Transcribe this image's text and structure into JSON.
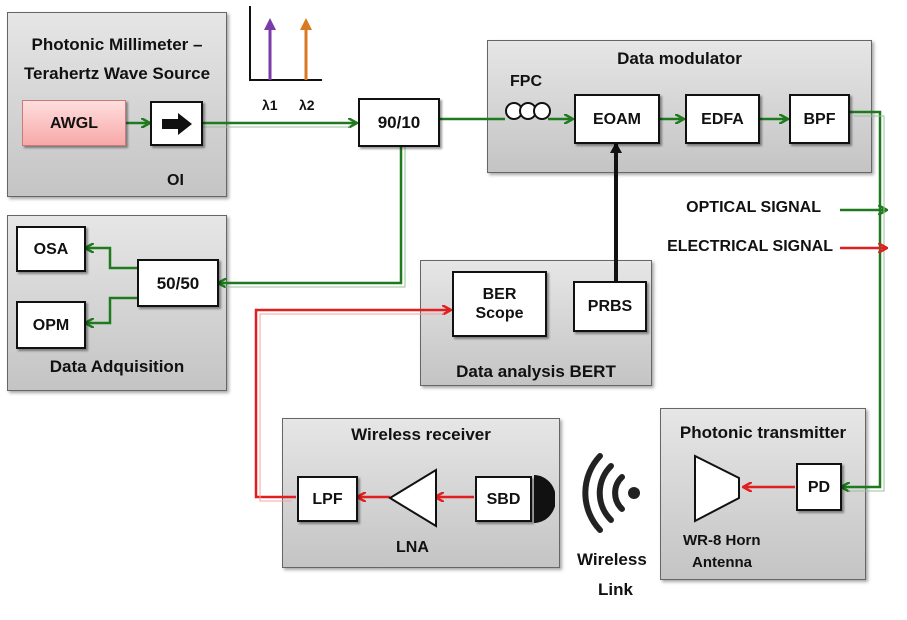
{
  "colors": {
    "optical": "#1f7a1f",
    "electrical": "#e02020",
    "control": "#111111",
    "lambda1": "#7a3aa8",
    "lambda2": "#d97a20"
  },
  "source": {
    "title_line1": "Photonic Millimeter –",
    "title_line2": "Terahertz  Wave Source",
    "awgl": "AWGL",
    "oi": "OI"
  },
  "spectrum": {
    "l1": "λ1",
    "l2": "λ2"
  },
  "splitter": {
    "label": "90/10"
  },
  "modulator": {
    "title": "Data modulator",
    "fpc": "FPC",
    "eoam": "EOAM",
    "edfa": "EDFA",
    "bpf": "BPF"
  },
  "legend": {
    "optical": "OPTICAL SIGNAL",
    "electrical": "ELECTRICAL SIGNAL"
  },
  "acquisition": {
    "title": "Data Adquisition",
    "osa": "OSA",
    "opm": "OPM",
    "coupler": "50/50"
  },
  "bert": {
    "title": "Data analysis BERT",
    "scope_line1": "BER",
    "scope_line2": "Scope",
    "prbs": "PRBS"
  },
  "transmitter": {
    "title": "Photonic transmitter",
    "pd": "PD",
    "antenna_line1": "WR-8 Horn",
    "antenna_line2": "Antenna"
  },
  "receiver": {
    "title": "Wireless receiver",
    "lpf": "LPF",
    "sbd": "SBD",
    "lna": "LNA"
  },
  "link": {
    "line1": "Wireless",
    "line2": "Link"
  }
}
